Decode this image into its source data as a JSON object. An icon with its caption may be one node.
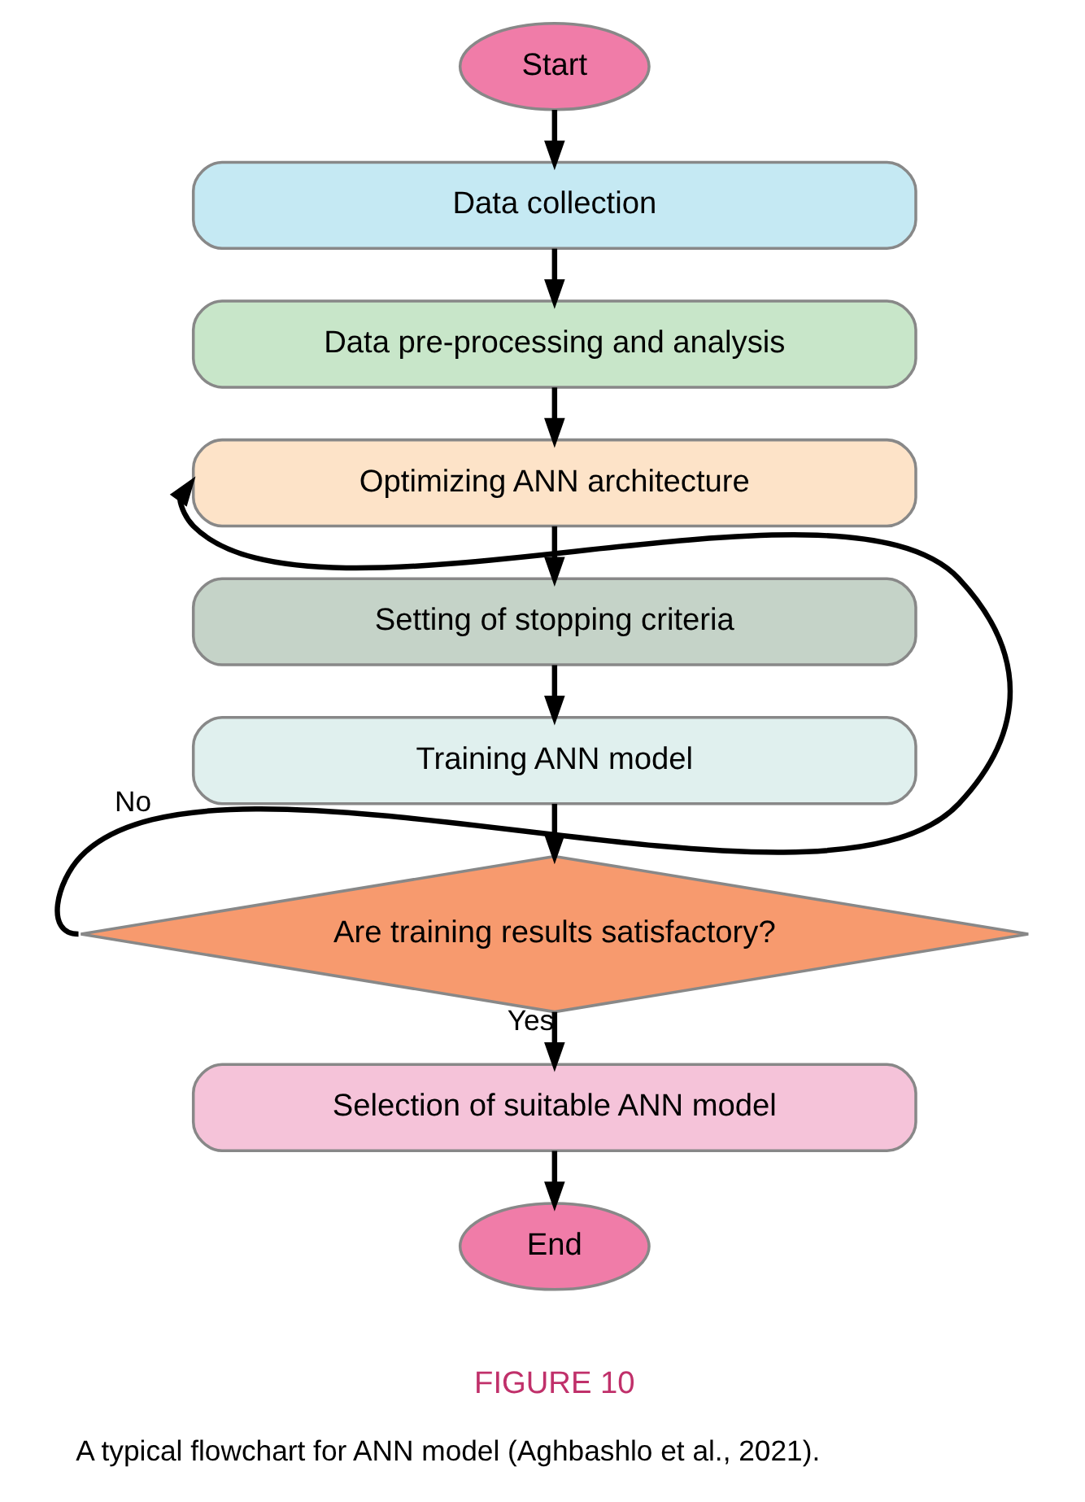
{
  "diagram": {
    "caption": "A typical flowchart for ANN model (Aghbashlo et al., 2021).",
    "nodes": [
      {
        "text": [
          "Start"
        ]
      },
      {
        "text": [
          "Data collection"
        ]
      },
      {
        "text": [
          "Data pre-processing and analysis"
        ]
      },
      {
        "text": [
          "Optimizing ANN architecture"
        ]
      },
      {
        "text": [
          "Setting of stopping criteria"
        ]
      },
      {
        "text": [
          "Training ANN model"
        ]
      },
      {
        "text": [
          "Are training results satisfactory?"
        ]
      },
      {
        "text": [
          "Selection of suitable ANN model"
        ]
      },
      {
        "text": [
          "End"
        ]
      }
    ],
    "edges": [
      {
        "from": 0,
        "to": 1,
        "arrow": "to"
      },
      {
        "from": 1,
        "to": 2,
        "arrow": "to"
      },
      {
        "from": 2,
        "to": 3,
        "arrow": "to"
      },
      {
        "from": 3,
        "to": 4,
        "arrow": "to"
      },
      {
        "from": 4,
        "to": 5,
        "arrow": "to"
      },
      {
        "from": 5,
        "to": 6,
        "arrow": "to"
      },
      {
        "from": 6,
        "to": 3,
        "arrow": "to",
        "label": "No"
      },
      {
        "from": 6,
        "to": 7,
        "arrow": "to",
        "label": "Yes"
      },
      {
        "from": 7,
        "to": 8,
        "arrow": "to"
      }
    ],
    "labels": [
      "FIGURE 10"
    ]
  }
}
